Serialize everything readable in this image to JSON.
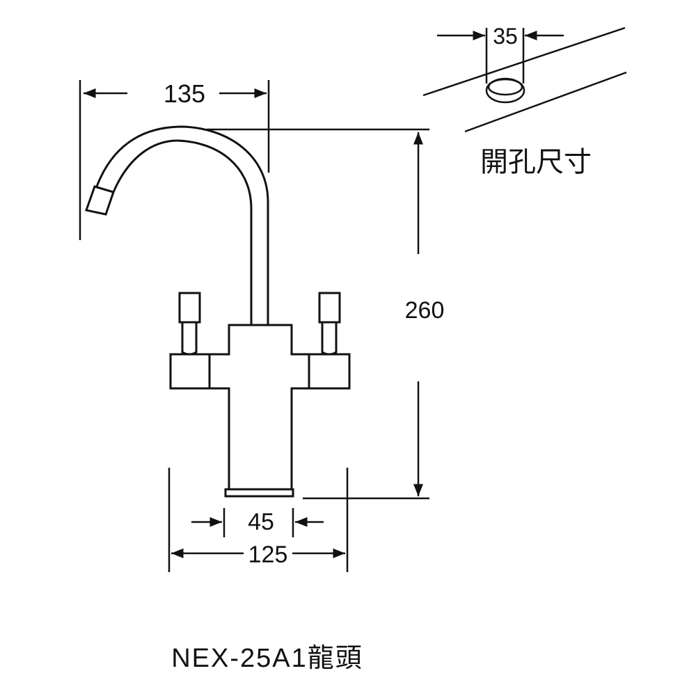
{
  "drawing": {
    "dimensions": {
      "spout_reach": "135",
      "height": "260",
      "base_width": "45",
      "total_width": "125",
      "hole_diameter": "35"
    },
    "hole_size_label": "開孔尺寸",
    "model_label": "NEX-25A1龍頭",
    "line_color": "#111111"
  }
}
